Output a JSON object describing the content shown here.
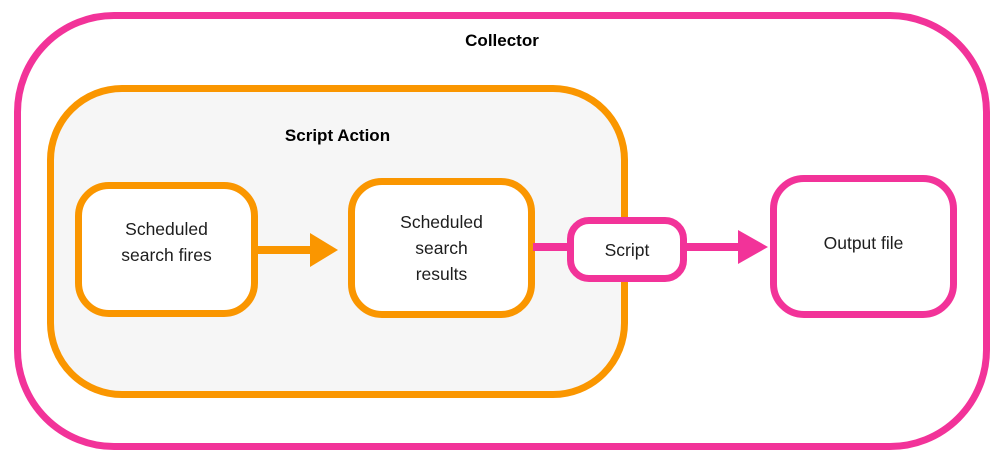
{
  "diagram_title": "Collector",
  "colors": {
    "pink": "#F23399",
    "orange": "#FA9600",
    "script_action_fill": "#F6F6F6",
    "box_fill": "#FFFFFF",
    "text": "#1D1D1D",
    "label_text": "#000000"
  },
  "collector": {
    "label": "Collector"
  },
  "script_action": {
    "label": "Script Action"
  },
  "nodes": {
    "scheduled_search_fires": {
      "lines": [
        "Scheduled",
        "search fires"
      ]
    },
    "scheduled_search_results": {
      "lines": [
        "Scheduled",
        "search",
        "results"
      ]
    },
    "script": {
      "label": "Script"
    },
    "output_file": {
      "label": "Output file"
    }
  },
  "connectors": [
    {
      "from": "scheduled_search_fires",
      "to": "scheduled_search_results",
      "color": "#FA9600",
      "arrowhead": true
    },
    {
      "from": "scheduled_search_results",
      "to": "script",
      "color": "#F23399",
      "arrowhead": false
    },
    {
      "from": "script",
      "to": "output_file",
      "color": "#F23399",
      "arrowhead": true
    }
  ]
}
